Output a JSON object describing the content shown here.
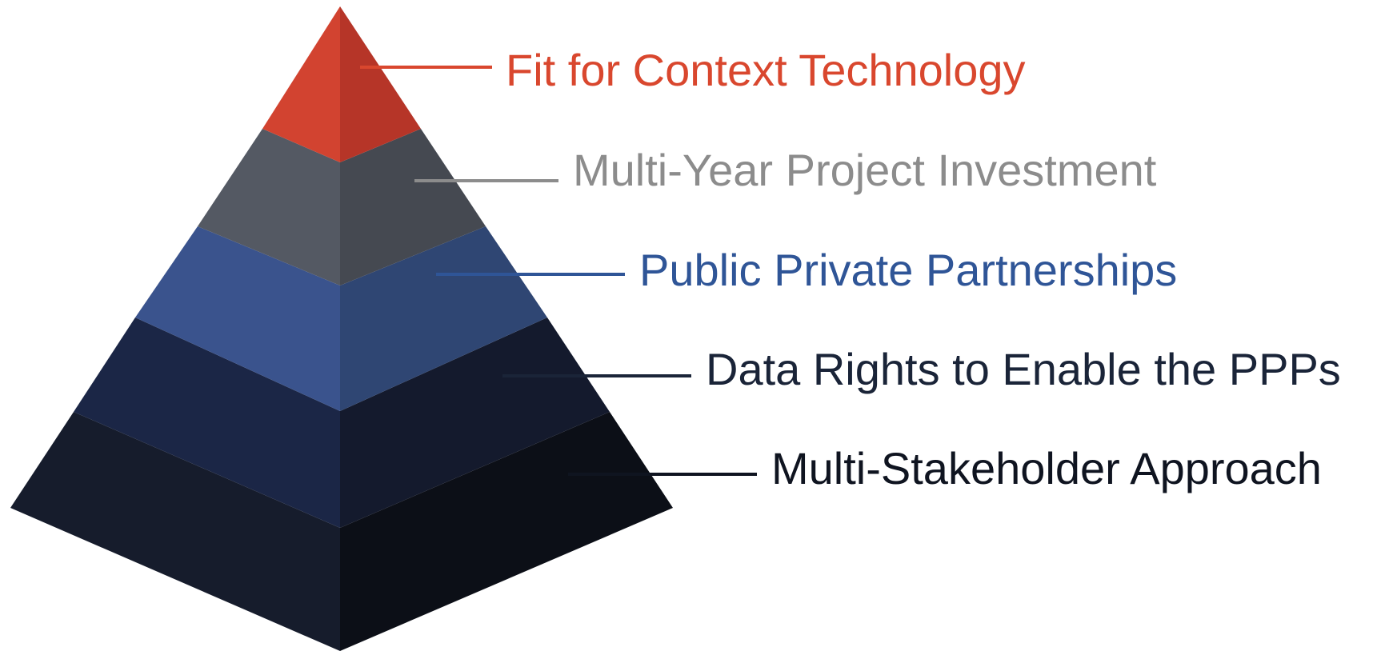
{
  "tiers": [
    {
      "label": "Fit for Context Technology",
      "color": "#d9472e"
    },
    {
      "label": "Multi-Year Project Investment",
      "color": "#8c8c8c"
    },
    {
      "label": "Public Private Partnerships",
      "color": "#2f5597"
    },
    {
      "label": "Data Rights to Enable the PPPs",
      "color": "#1a2438"
    },
    {
      "label": "Multi-Stakeholder Approach",
      "color": "#0f1420"
    }
  ],
  "colors": {
    "tier1_left": "#d24330",
    "tier1_right": "#b63528",
    "tier2_left": "#545963",
    "tier2_right": "#454951",
    "tier3_left": "#3a538d",
    "tier3_right": "#2f4673",
    "tier4_left": "#1b2646",
    "tier4_right": "#141a2d",
    "tier5_left": "#161c2c",
    "tier5_right": "#0c0f17"
  }
}
